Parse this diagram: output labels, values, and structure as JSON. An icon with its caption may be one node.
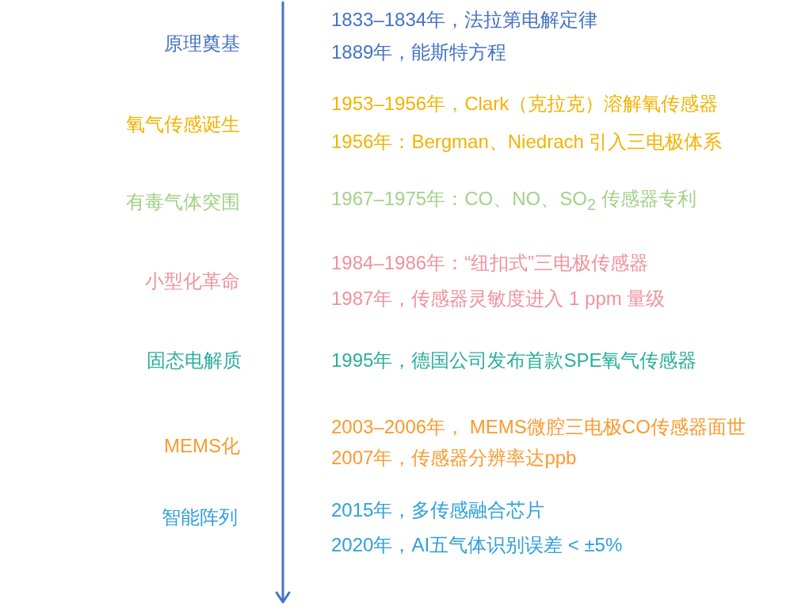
{
  "diagram": {
    "labels": [
      "原理奠基",
      "1833–1834年，法拉第电解定律",
      "1889年，能斯特方程",
      "氧气传感诞生",
      "1953–1956年，Clark（克拉克）溶解氧传感器",
      "1956年：Bergman、Niedrach 引入三电极体系",
      "有毒气体突围",
      "1967–1975年：CO、NO、SO$_{2}$ 传感器专利",
      "小型化革命",
      "1984–1986年：“纽扣式”三电极传感器",
      "1987年，传感器灵敏度进入 1 ppm 量级",
      "固态电解质",
      "1995年，德国公司发布首款SPE氧气传感器",
      "MEMS化",
      "2003–2006年， MEMS微腔三电极CO传感器面世",
      "2007年，传感器分辨率达ppb",
      "智能阵列",
      "2015年，多传感融合芯片",
      "2020年，AI五气体识别误差 < ±5%"
    ]
  }
}
